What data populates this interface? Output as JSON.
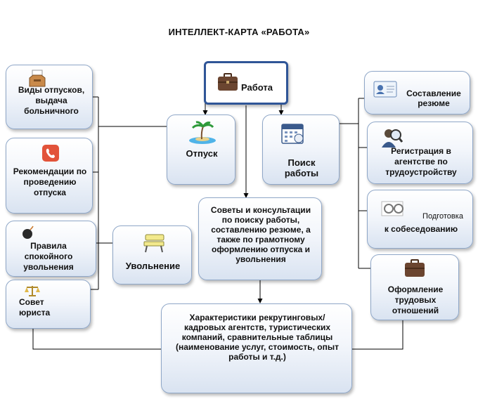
{
  "title": "ИНТЕЛЛЕКТ-КАРТА «РАБОТА»",
  "nodes": {
    "work": "Работа",
    "vacation": "Отпуск",
    "job_search": "Поиск работы",
    "dismissal": "Увольнение",
    "advice": "Советы и консультации по поиску работы, составлению резюме, а также по грамотному оформлению отпуска и увольнения",
    "characteristics": "Характеристики рекрутинговых/кадровых агентств, туристических компаний, сравнительные таблицы (наименование услуг, стоимость, опыт работы и т.д.)",
    "leave_types": "Виды отпусков, выдача больничного",
    "vacation_tips": "Рекомендации по проведению отпуска",
    "quiet_dismissal": "Правила спокойного увольнения",
    "lawyer_advice": "Совет юриста",
    "resume": "Составление резюме",
    "agency_registration": "Регистрация в агентстве по трудоустройству",
    "interview_prep_1": "Подготовка",
    "interview_prep_2": "к собеседованию",
    "employment_docs": "Оформление трудовых отношений"
  },
  "icons": [
    "briefcase-icon",
    "palm-island-icon",
    "calendar-icon",
    "bench-icon",
    "inbox-icon",
    "phone-icon",
    "bomb-icon",
    "scales-icon",
    "id-card-icon",
    "magnifier-person-icon",
    "glasses-icon",
    "briefcase-small-icon"
  ],
  "colors": {
    "hub_border": "#2f5597",
    "box_border": "#8fa7c8",
    "box_bottom": "#d9e3f1"
  }
}
